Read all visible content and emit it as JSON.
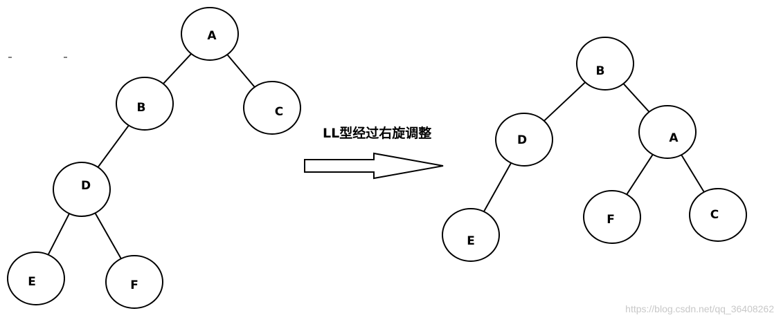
{
  "diagram": {
    "caption": "LL型经过右旋调整",
    "watermark": "https://blog.csdn.net/qq_36408262",
    "before_tree": {
      "nodes": [
        {
          "id": "A",
          "label": "A"
        },
        {
          "id": "B",
          "label": "B"
        },
        {
          "id": "C",
          "label": "C"
        },
        {
          "id": "D",
          "label": "D"
        },
        {
          "id": "E",
          "label": "E"
        },
        {
          "id": "F",
          "label": "F"
        }
      ],
      "edges": [
        [
          "A",
          "B"
        ],
        [
          "A",
          "C"
        ],
        [
          "B",
          "D"
        ],
        [
          "D",
          "E"
        ],
        [
          "D",
          "F"
        ]
      ]
    },
    "after_tree": {
      "nodes": [
        {
          "id": "B",
          "label": "B"
        },
        {
          "id": "D",
          "label": "D"
        },
        {
          "id": "A",
          "label": "A"
        },
        {
          "id": "E",
          "label": "E"
        },
        {
          "id": "F",
          "label": "F"
        },
        {
          "id": "C",
          "label": "C"
        }
      ],
      "edges": [
        [
          "B",
          "D"
        ],
        [
          "B",
          "A"
        ],
        [
          "D",
          "E"
        ],
        [
          "A",
          "F"
        ],
        [
          "A",
          "C"
        ]
      ]
    }
  }
}
